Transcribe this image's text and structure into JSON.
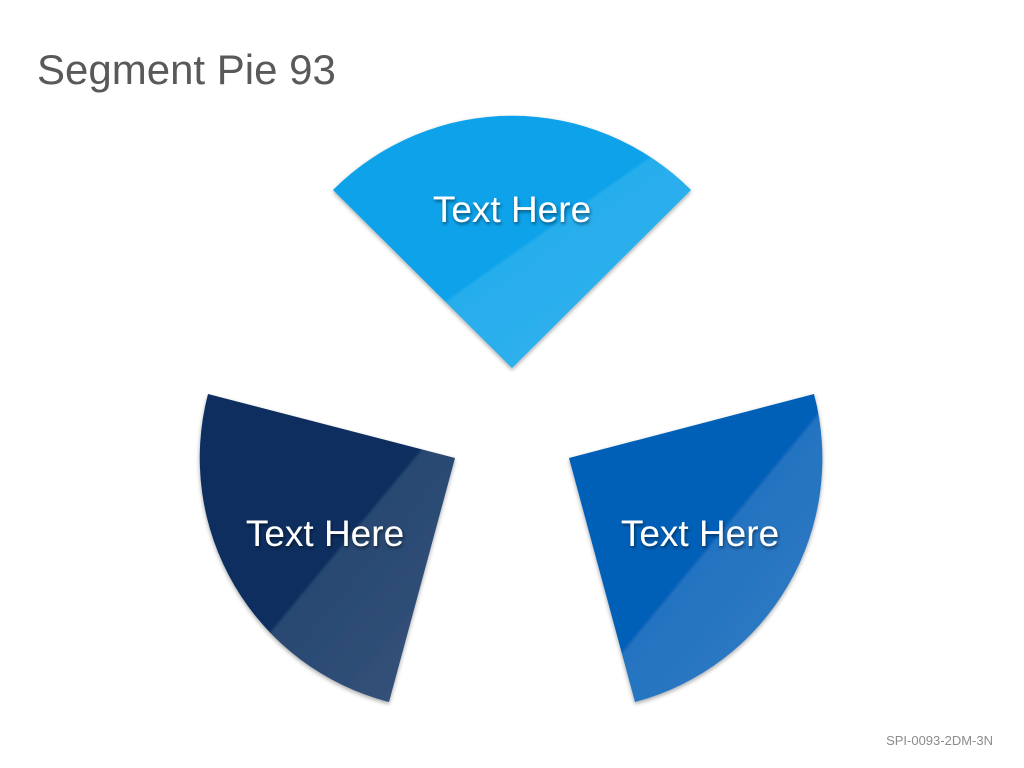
{
  "slide": {
    "title": "Segment Pie 93",
    "code": "SPI-0093-2DM-3N"
  },
  "segments": [
    {
      "label": "Text Here",
      "color": "#0aa2ea"
    },
    {
      "label": "Text Here",
      "color": "#0b2f5e"
    },
    {
      "label": "Text Here",
      "color": "#0660b8"
    }
  ]
}
